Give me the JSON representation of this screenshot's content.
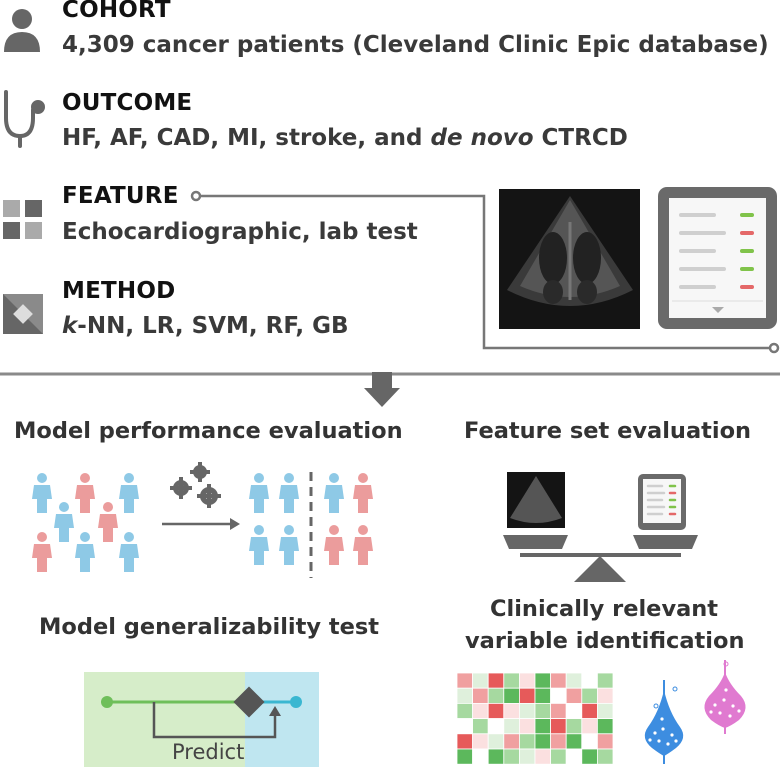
{
  "top": {
    "cohort": {
      "title": "COHORT",
      "text": "4,309 cancer patients (Cleveland Clinic Epic database)"
    },
    "outcome": {
      "title": "OUTCOME",
      "text_before": "HF, AF, CAD, MI, stroke, and ",
      "text_italic": "de novo",
      "text_after": " CTRCD"
    },
    "feature": {
      "title": "FEATURE",
      "text": "Echocardiographic, lab test"
    },
    "method": {
      "title": "METHOD",
      "text_italic": "k",
      "text_after": "-NN, LR, SVM, RF, GB"
    }
  },
  "bottom": {
    "performance_title": "Model performance evaluation",
    "featureset_title": "Feature set evaluation",
    "generalizability_title": "Model generalizability test",
    "predict_label": "Predict",
    "variable_title_line1": "Clinically relevant",
    "variable_title_line2": "variable identification"
  },
  "colors": {
    "blue_person": "#8ec9e6",
    "red_person": "#eb9c9c",
    "gray": "#666666",
    "green_dot": "#80c34a",
    "red_dot": "#e46868",
    "violin_blue": "#3d8de0",
    "violin_pink": "#e07ad0",
    "teal_box": "#bfe6f0",
    "green_box": "#d6edc9"
  }
}
